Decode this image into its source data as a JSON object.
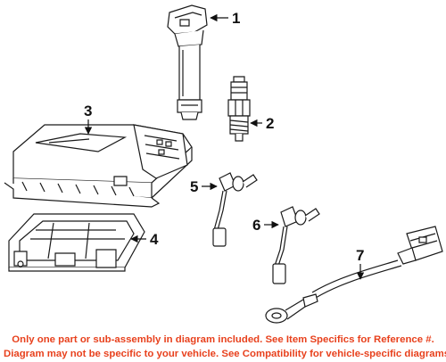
{
  "callouts": [
    {
      "id": "1",
      "label": "1"
    },
    {
      "id": "2",
      "label": "2"
    },
    {
      "id": "3",
      "label": "3"
    },
    {
      "id": "4",
      "label": "4"
    },
    {
      "id": "5",
      "label": "5"
    },
    {
      "id": "6",
      "label": "6"
    },
    {
      "id": "7",
      "label": "7"
    }
  ],
  "disclaimer": {
    "line1": "Only one part or sub-assembly in diagram included. See Item Specifics for Reference #.",
    "line2": "Diagram may not be specific to your vehicle. See Compatibility for vehicle-specific diagrams."
  },
  "colors": {
    "line": "#1a1a1a",
    "disclaimer_text": "#e8411d"
  }
}
